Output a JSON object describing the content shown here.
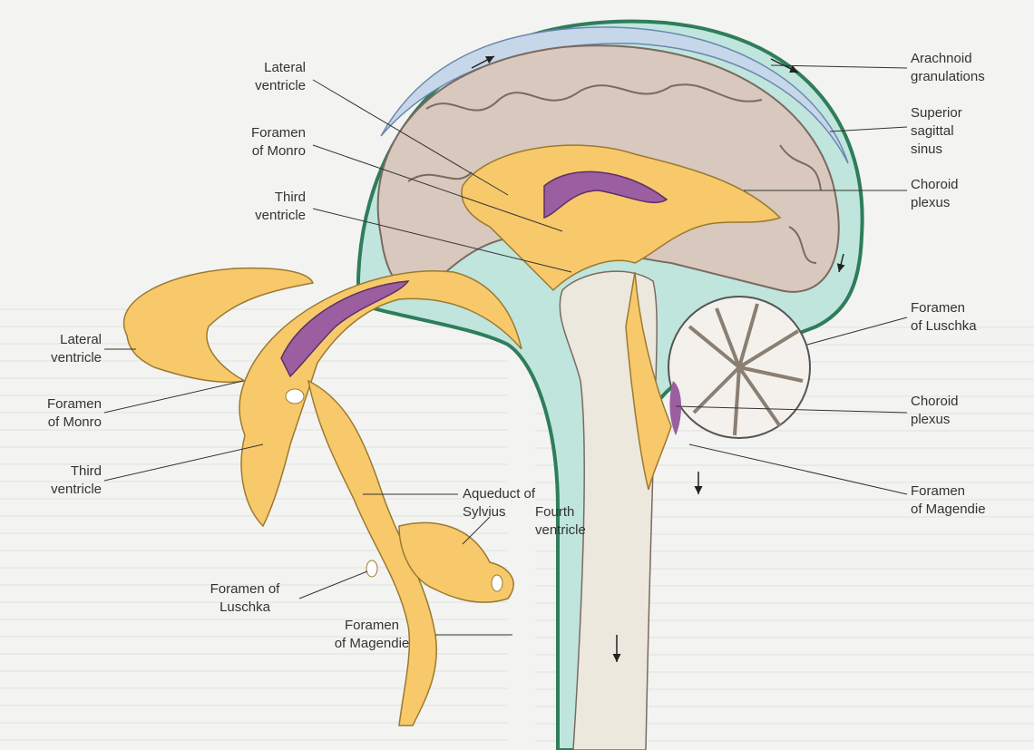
{
  "labels": {
    "lateral_ventricle_top": "Lateral\nventricle",
    "foramen_monro_top": "Foramen\nof Monro",
    "third_ventricle_top": "Third\nventricle",
    "arachnoid_granulations": "Arachnoid\ngranulations",
    "superior_sagittal_sinus": "Superior\nsagittal\nsinus",
    "choroid_plexus_top": "Choroid\nplexus",
    "foramen_luschka_right": "Foramen\nof Luschka",
    "choroid_plexus_right": "Choroid\nplexus",
    "foramen_magendie_right": "Foramen\nof Magendie",
    "lateral_ventricle_left": "Lateral\nventricle",
    "foramen_monro_left": "Foramen\nof Monro",
    "third_ventricle_left": "Third\nventricle",
    "aqueduct_sylvius": "Aqueduct of\nSylvius",
    "fourth_ventricle": "Fourth\nventricle",
    "foramen_luschka_bottom": "Foramen of\nLuschka",
    "foramen_magendie_bottom": "Foramen\nof Magendie"
  },
  "colors": {
    "ventricle": "#f7c96b",
    "brain": "#d8c8bd",
    "csf_space": "#b6e2dc",
    "choroid": "#9b5ea0",
    "sinus": "#c7d7ea",
    "cerebellum": "#f4f1ec"
  },
  "icons": [
    "flow-arrow-icon"
  ]
}
